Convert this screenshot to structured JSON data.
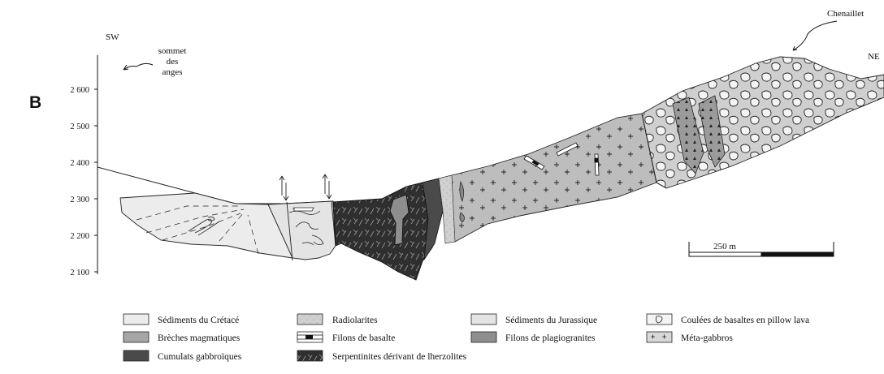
{
  "panel_label": "B",
  "orientation": {
    "left": "SW",
    "right": "NE"
  },
  "place_labels": {
    "sommet": [
      "sommet",
      "des",
      "anges"
    ],
    "chenaillet": "Chenaillet"
  },
  "y_axis": {
    "ticks": [
      "2 600",
      "2 500",
      "2 400",
      "2 300",
      "2 200",
      "2 100"
    ],
    "values": [
      2600,
      2500,
      2400,
      2300,
      2200,
      2100
    ]
  },
  "scale_bar": {
    "label": "250 m"
  },
  "legend": [
    {
      "key": "cretace",
      "label": "Sédiments du Crétacé",
      "color": "#ececec"
    },
    {
      "key": "radiolarites",
      "label": "Radiolarites",
      "color": "#d4d4d4"
    },
    {
      "key": "jurassique",
      "label": "Sédiments du Jurassique",
      "color": "#e2e2e2"
    },
    {
      "key": "pillow",
      "label": "Coulées de basaltes en pillow lava",
      "color": "#c8c8c8"
    },
    {
      "key": "breches",
      "label": "Brèches magmatiques",
      "color": "#a6a6a6"
    },
    {
      "key": "filons_basalte",
      "label": "Filons de basalte",
      "color": "#ffffff"
    },
    {
      "key": "plagiogranites",
      "label": "Filons de plagiogranites",
      "color": "#8e8e8e"
    },
    {
      "key": "meta_gabbros",
      "label": "Méta-gabbros",
      "color": "#bdbdbd"
    },
    {
      "key": "cumulats",
      "label": "Cumulats gabbroïques",
      "color": "#4a4a4a"
    },
    {
      "key": "serpentinites",
      "label": "Serpentinites dérivant de lherzolites",
      "color": "#2e2e2e"
    }
  ]
}
